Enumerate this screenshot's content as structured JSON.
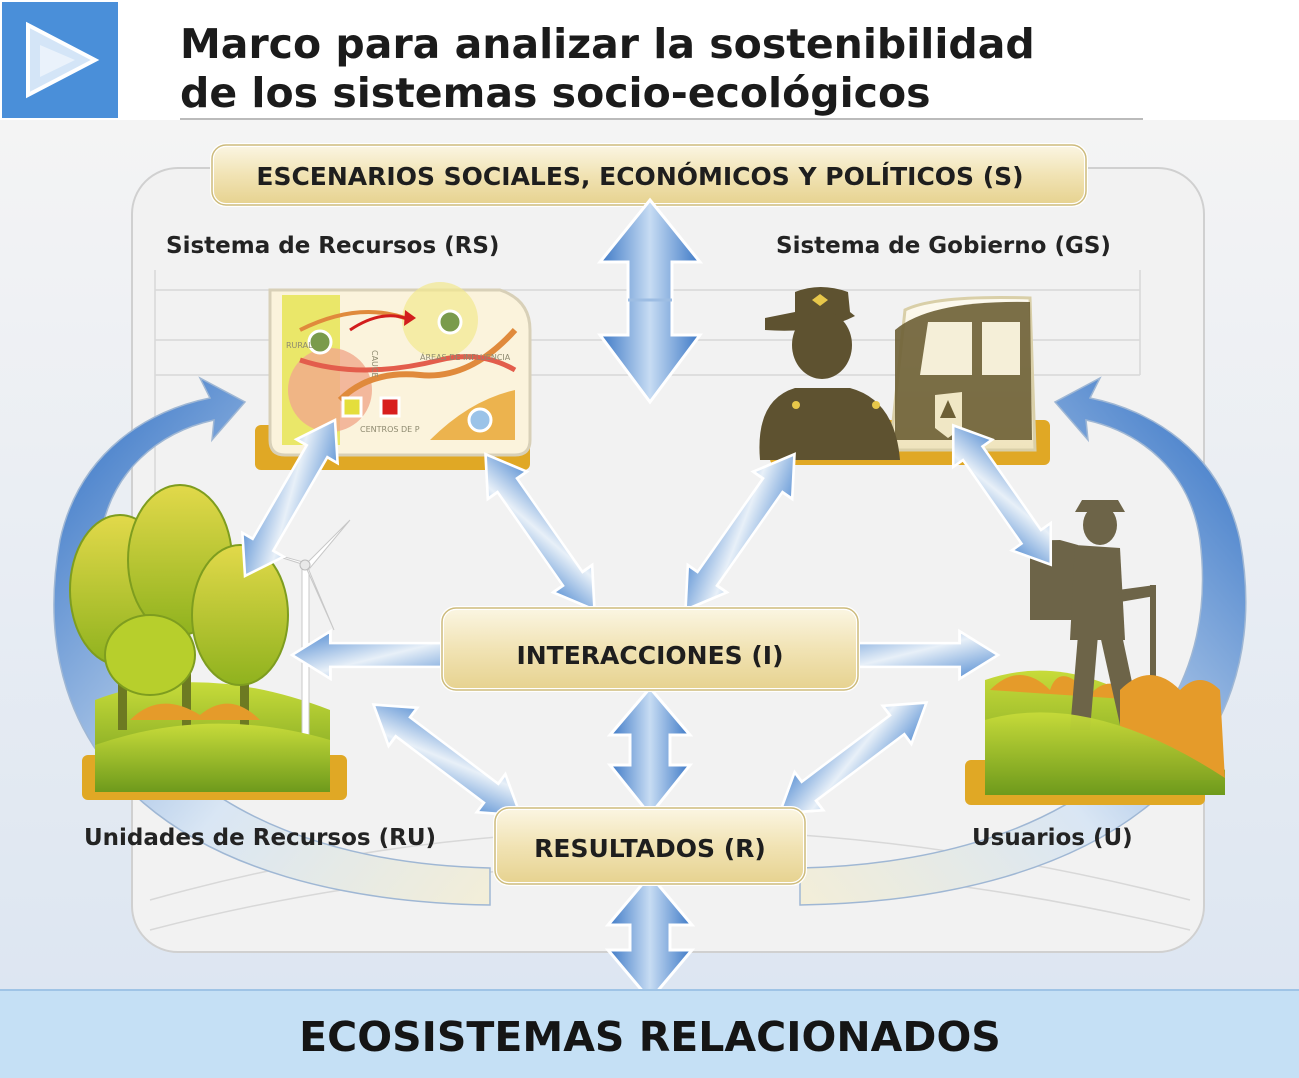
{
  "header": {
    "title_line1": "Marco para analizar la sostenibilidad",
    "title_line2": "de los sistemas socio-ecológicos",
    "play_icon": "play-icon"
  },
  "nodes": {
    "settings": "ESCENARIOS SOCIALES, ECONÓMICOS Y POLÍTICOS (S)",
    "resource_system": "Sistema de Recursos (RS)",
    "governance_system": "Sistema de Gobierno (GS)",
    "interactions": "INTERACCIONES (I)",
    "resource_units": "Unidades de Recursos (RU)",
    "outcomes": "RESULTADOS (R)",
    "users": "Usuarios (U)",
    "ecosystems": "ECOSISTEMAS RELACIONADOS"
  },
  "map_labels": {
    "rural": "RURAL",
    "cauce": "CAUCE",
    "areas": "ÁREAS DE INFLUENCIA",
    "centros": "CENTROS DE P"
  },
  "colors": {
    "header_blue": "#4a8fd9",
    "box_fill": "#f3e9c4",
    "arrow_blue": "#4f86cc",
    "eco_band": "#c5e0f5",
    "olive_figure": "#6d5f35",
    "tree_green": "#a8c42a"
  }
}
